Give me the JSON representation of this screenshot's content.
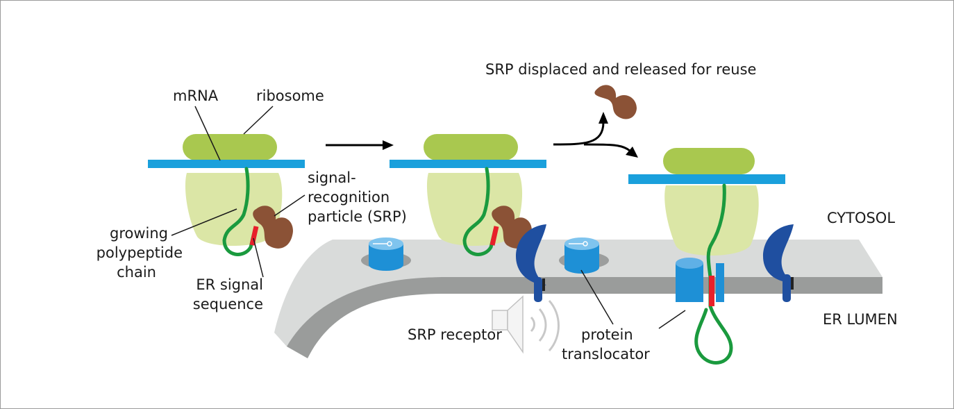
{
  "labels": {
    "mrna": "mRNA",
    "ribosome": "ribosome",
    "srp_line1": "signal-",
    "srp_line2": "recognition",
    "srp_line3": "particle (SRP)",
    "chain_line1": "growing",
    "chain_line2": "polypeptide",
    "chain_line3": "chain",
    "er_signal_line1": "ER signal",
    "er_signal_line2": "sequence",
    "srp_released": "SRP displaced and released for reuse",
    "cytosol": "CYTOSOL",
    "er_lumen": "ER LUMEN",
    "srp_receptor": "SRP receptor",
    "translocator_line1": "protein",
    "translocator_line2": "translocator"
  },
  "colors": {
    "ribosome_large": "#a9c84f",
    "ribosome_small": "#dbe6a6",
    "mrna": "#1aa0dc",
    "polypeptide": "#1a9a3e",
    "signal_sequence": "#e8202a",
    "srp": "#8b5236",
    "receptor": "#1f4fa0",
    "translocator": "#1e90d6",
    "membrane_top": "#d9dbda",
    "membrane_side": "#9a9c9b"
  },
  "icons": {
    "speaker": "speaker-icon"
  }
}
